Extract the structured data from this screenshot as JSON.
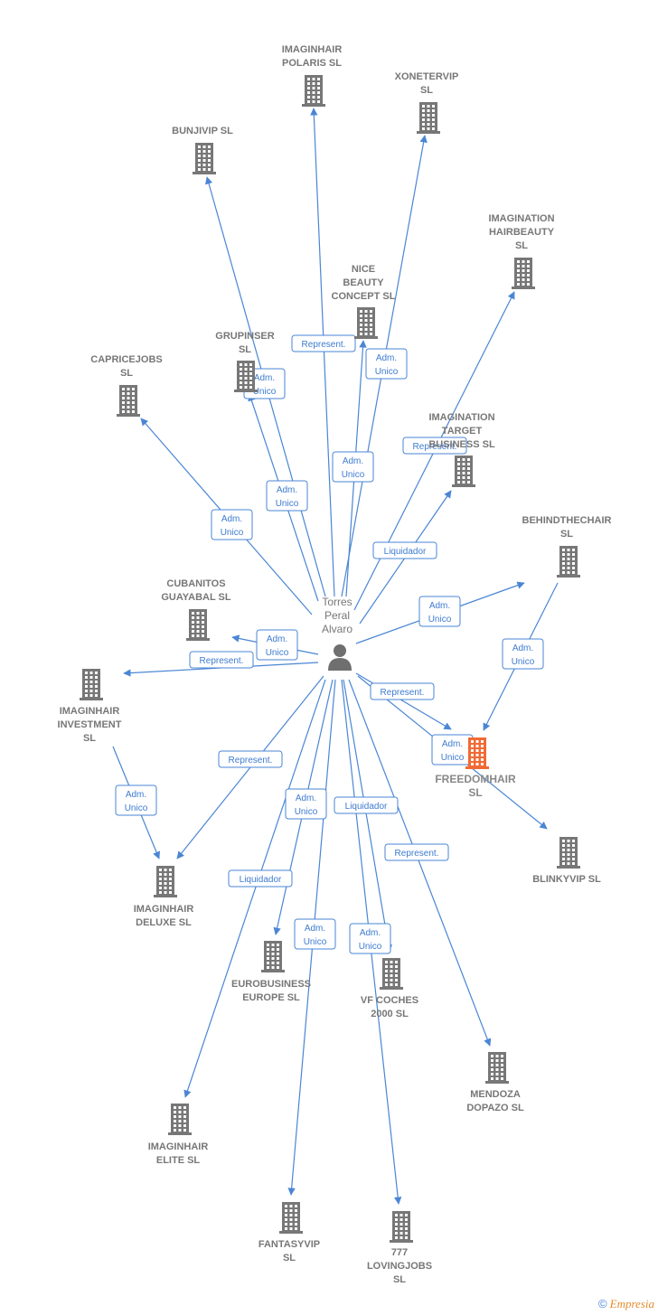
{
  "person": {
    "label_lines": [
      "Torres",
      "Peral",
      "Alvaro"
    ]
  },
  "companies": [
    {
      "id": "polaris",
      "lines": [
        "IMAGINHAIR",
        "POLARIS  SL"
      ],
      "focus": false
    },
    {
      "id": "xonetervip",
      "lines": [
        "XONETERVIP",
        "SL"
      ],
      "focus": false
    },
    {
      "id": "bunjivip",
      "lines": [
        "BUNJIVIP  SL"
      ],
      "focus": false
    },
    {
      "id": "hairbeauty",
      "lines": [
        "IMAGINATION",
        "HAIRBEAUTY",
        "SL"
      ],
      "focus": false
    },
    {
      "id": "nice",
      "lines": [
        "NICE",
        "BEAUTY",
        "CONCEPT  SL"
      ],
      "focus": false
    },
    {
      "id": "grupinser",
      "lines": [
        "GRUPINSER",
        "SL"
      ],
      "focus": false
    },
    {
      "id": "capricejobs",
      "lines": [
        "CAPRICEJOBS",
        "SL"
      ],
      "focus": false
    },
    {
      "id": "target",
      "lines": [
        "IMAGINATION",
        "TARGET",
        "BUSINESS  SL"
      ],
      "focus": false
    },
    {
      "id": "behindthechair",
      "lines": [
        "BEHINDTHECHAIR",
        "SL"
      ],
      "focus": false
    },
    {
      "id": "cubanitos",
      "lines": [
        "CUBANITOS",
        "GUAYABAL  SL"
      ],
      "focus": false
    },
    {
      "id": "investment",
      "lines": [
        "IMAGINHAIR",
        "INVESTMENT",
        "SL"
      ],
      "focus": false
    },
    {
      "id": "freedomhair",
      "lines": [
        "FREEDOMHAIR",
        "SL"
      ],
      "focus": true
    },
    {
      "id": "blinkyvip",
      "lines": [
        "BLINKYVIP  SL"
      ],
      "focus": false
    },
    {
      "id": "deluxe",
      "lines": [
        "IMAGINHAIR",
        "DELUXE  SL"
      ],
      "focus": false
    },
    {
      "id": "eurobusiness",
      "lines": [
        "EUROBUSINESS",
        "EUROPE SL"
      ],
      "focus": false
    },
    {
      "id": "vfcoches",
      "lines": [
        "VF COCHES",
        "2000  SL"
      ],
      "focus": false
    },
    {
      "id": "mendoza",
      "lines": [
        "MENDOZA",
        "DOPAZO SL"
      ],
      "focus": false
    },
    {
      "id": "elite",
      "lines": [
        "IMAGINHAIR",
        "ELITE  SL"
      ],
      "focus": false
    },
    {
      "id": "fantasyvip",
      "lines": [
        "FANTASYVIP",
        "SL"
      ],
      "focus": false
    },
    {
      "id": "lovingjobs",
      "lines": [
        "777",
        "LOVINGJOBS",
        "SL"
      ],
      "focus": false
    }
  ],
  "edges": [
    {
      "from": "person",
      "to": "polaris",
      "label": [
        "Represent."
      ]
    },
    {
      "from": "person",
      "to": "xonetervip",
      "label": [
        "Adm.",
        "Unico"
      ]
    },
    {
      "from": "person",
      "to": "bunjivip",
      "label": [
        "Adm.",
        "Unico"
      ]
    },
    {
      "from": "person",
      "to": "hairbeauty",
      "label": [
        "Represent."
      ]
    },
    {
      "from": "person",
      "to": "nice",
      "label": [
        "Adm.",
        "Unico"
      ]
    },
    {
      "from": "person",
      "to": "grupinser",
      "label": [
        "Adm.",
        "Unico"
      ]
    },
    {
      "from": "person",
      "to": "capricejobs",
      "label": [
        "Adm.",
        "Unico"
      ]
    },
    {
      "from": "person",
      "to": "target",
      "label": [
        "Liquidador"
      ]
    },
    {
      "from": "person",
      "to": "behindthechair",
      "label": [
        "Adm.",
        "Unico"
      ]
    },
    {
      "from": "person",
      "to": "cubanitos",
      "label": [
        "Adm.",
        "Unico"
      ]
    },
    {
      "from": "person",
      "to": "investment",
      "label": [
        "Represent."
      ]
    },
    {
      "from": "person",
      "to": "freedomhair",
      "label": [
        "Represent."
      ]
    },
    {
      "from": "person",
      "to": "blinkyvip",
      "label": [
        "Adm.",
        "Unico"
      ]
    },
    {
      "from": "behindthechair",
      "to": "freedomhair",
      "label": [
        "Adm.",
        "Unico"
      ]
    },
    {
      "from": "investment",
      "to": "deluxe",
      "label": [
        "Adm.",
        "Unico"
      ]
    },
    {
      "from": "person",
      "to": "deluxe",
      "label": [
        "Represent."
      ]
    },
    {
      "from": "person",
      "to": "eurobusiness",
      "label": [
        "Adm.",
        "Unico"
      ]
    },
    {
      "from": "person",
      "to": "vfcoches",
      "label": [
        "Liquidador"
      ]
    },
    {
      "from": "person",
      "to": "mendoza",
      "label": [
        "Represent."
      ]
    },
    {
      "from": "person",
      "to": "elite",
      "label": [
        "Liquidador"
      ]
    },
    {
      "from": "person",
      "to": "fantasyvip",
      "label": [
        "Adm.",
        "Unico"
      ]
    },
    {
      "from": "person",
      "to": "lovingjobs",
      "label": [
        "Adm.",
        "Unico"
      ]
    }
  ],
  "colors": {
    "edge": "#4a86d4",
    "building": "#777777",
    "focus_building": "#f06a35",
    "person": "#6f6f6f"
  },
  "footer": {
    "copyright": "©",
    "brand": "Empresia"
  }
}
